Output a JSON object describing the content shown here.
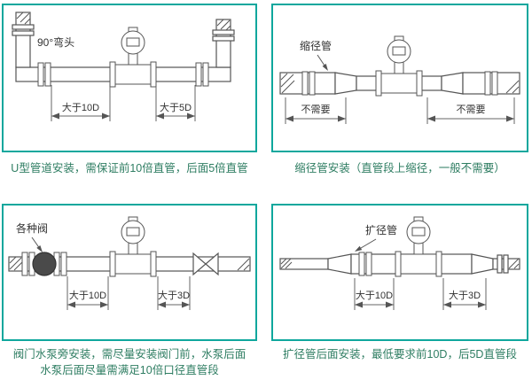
{
  "theme": {
    "border_color": "#0fa79d",
    "caption_color": "#2e7d62",
    "line_color": "#555555"
  },
  "panels": [
    {
      "name": "u-shape-installation",
      "caption": "U型管道安装，需保证前10倍直管，后面5倍直管",
      "labels": {
        "part": "90°弯头",
        "dim_left": "大于10D",
        "dim_right": "大于5D"
      }
    },
    {
      "name": "reducer-installation",
      "caption": "缩径管安装（直管段上缩径，一般不需要）",
      "labels": {
        "part": "缩径管",
        "dim_left": "不需要",
        "dim_right": "不需要"
      }
    },
    {
      "name": "valve-pump-installation",
      "caption": "阀门水泵旁安装，需尽量安装阀门前，水泵后面",
      "caption2": "水泵后面尽量需满足10倍口径直管段",
      "labels": {
        "part": "各种阀",
        "dim_left": "大于10D",
        "dim_right": "大于3D"
      }
    },
    {
      "name": "expander-installation",
      "caption": "扩径管后面安装，最低要求前10D，后5D直管段",
      "labels": {
        "part": "扩径管",
        "dim_left": "大于10D",
        "dim_right": "大于3D"
      }
    }
  ]
}
